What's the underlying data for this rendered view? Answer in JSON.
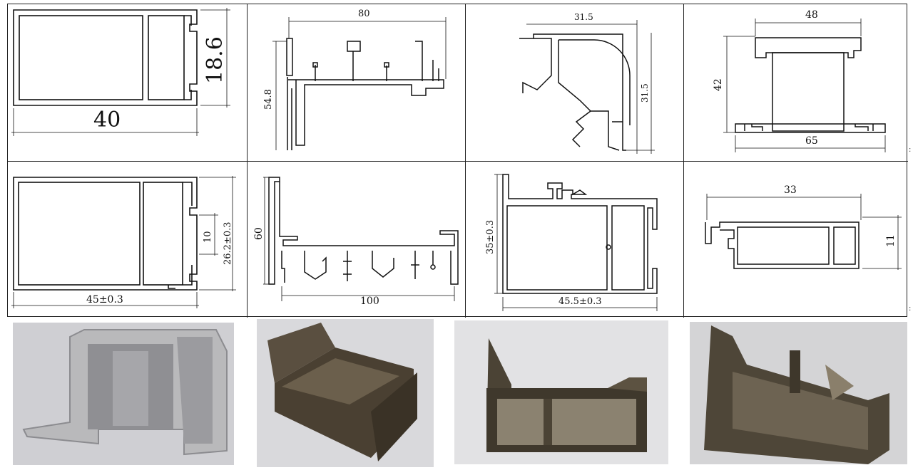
{
  "drawings": [
    {
      "id": "profile-1",
      "dims": [
        "40",
        "18.6"
      ]
    },
    {
      "id": "profile-2",
      "dims": [
        "80",
        "54.8"
      ]
    },
    {
      "id": "profile-3",
      "dims": [
        "31.5",
        "31.5"
      ]
    },
    {
      "id": "profile-4",
      "dims": [
        "48",
        "42",
        "65"
      ]
    },
    {
      "id": "profile-5",
      "dims": [
        "45±0.3",
        "26.2±0.3",
        "10"
      ]
    },
    {
      "id": "profile-6",
      "dims": [
        "60",
        "100"
      ]
    },
    {
      "id": "profile-7",
      "dims": [
        "35±0.3",
        "45.5±0.3"
      ]
    },
    {
      "id": "profile-8",
      "dims": [
        "33",
        "11"
      ]
    }
  ],
  "photos": [
    {
      "id": "photo-1",
      "background": "#cfcfd3",
      "metal": "#b9b9bb"
    },
    {
      "id": "photo-2",
      "background": "#d9d9dc",
      "metal": "#4a4032"
    },
    {
      "id": "photo-3",
      "background": "#e2e2e4",
      "metal": "#4b4335"
    },
    {
      "id": "photo-4",
      "background": "#d4d4d6",
      "metal": "#4e4638"
    }
  ],
  "colors": {
    "line": "#111111",
    "grid": "#222222"
  }
}
